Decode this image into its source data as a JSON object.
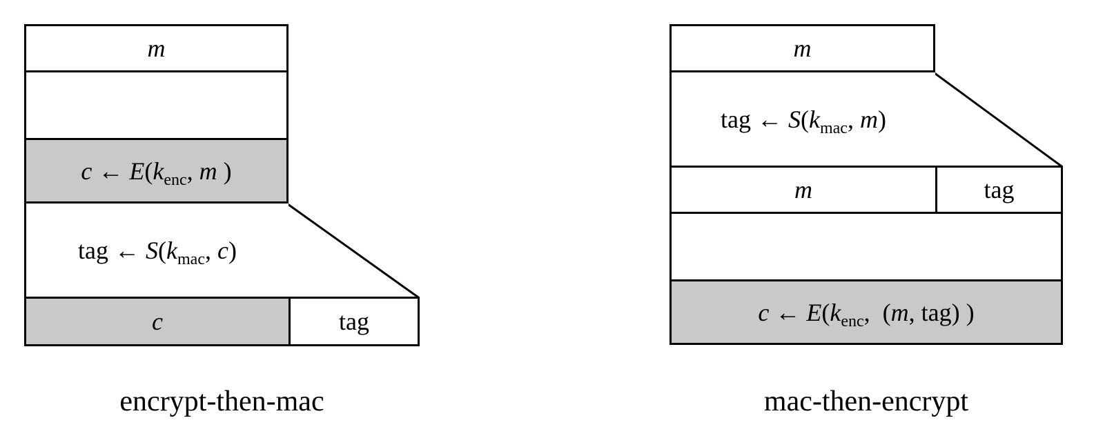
{
  "colors": {
    "shaded": "#c9c9c9",
    "line": "#000000",
    "background": "#ffffff"
  },
  "diagrams": {
    "left": {
      "title": "encrypt-then-mac",
      "input_box": [
        {
          "t": "m",
          "i": true
        }
      ],
      "encrypt_formula": [
        {
          "t": "c",
          "i": true
        },
        {
          "t": " ← "
        },
        {
          "t": "E",
          "i": true
        },
        {
          "t": "("
        },
        {
          "t": "k",
          "i": true
        },
        {
          "t": "enc",
          "sub": true
        },
        {
          "t": ", "
        },
        {
          "t": "m",
          "i": true
        },
        {
          "t": " )"
        }
      ],
      "mac_formula": [
        {
          "t": "tag"
        },
        {
          "t": " ← "
        },
        {
          "t": "S",
          "i": true
        },
        {
          "t": "("
        },
        {
          "t": "k",
          "i": true
        },
        {
          "t": "mac",
          "sub": true
        },
        {
          "t": ", "
        },
        {
          "t": "c",
          "i": true
        },
        {
          "t": ")"
        }
      ],
      "output_left": [
        {
          "t": "c",
          "i": true
        }
      ],
      "output_right": [
        {
          "t": "tag"
        }
      ]
    },
    "right": {
      "title": "mac-then-encrypt",
      "input_box": [
        {
          "t": "m",
          "i": true
        }
      ],
      "mac_formula": [
        {
          "t": "tag"
        },
        {
          "t": " ← "
        },
        {
          "t": "S",
          "i": true
        },
        {
          "t": "("
        },
        {
          "t": "k",
          "i": true
        },
        {
          "t": "mac",
          "sub": true
        },
        {
          "t": ", "
        },
        {
          "t": "m",
          "i": true
        },
        {
          "t": ")"
        }
      ],
      "intermediate_left": [
        {
          "t": "m",
          "i": true
        }
      ],
      "intermediate_right": [
        {
          "t": "tag"
        }
      ],
      "encrypt_formula": [
        {
          "t": "c",
          "i": true
        },
        {
          "t": " ← "
        },
        {
          "t": "E",
          "i": true
        },
        {
          "t": "("
        },
        {
          "t": "k",
          "i": true
        },
        {
          "t": "enc",
          "sub": true
        },
        {
          "t": ",  ("
        },
        {
          "t": "m",
          "i": true
        },
        {
          "t": ", tag) )"
        }
      ]
    }
  }
}
